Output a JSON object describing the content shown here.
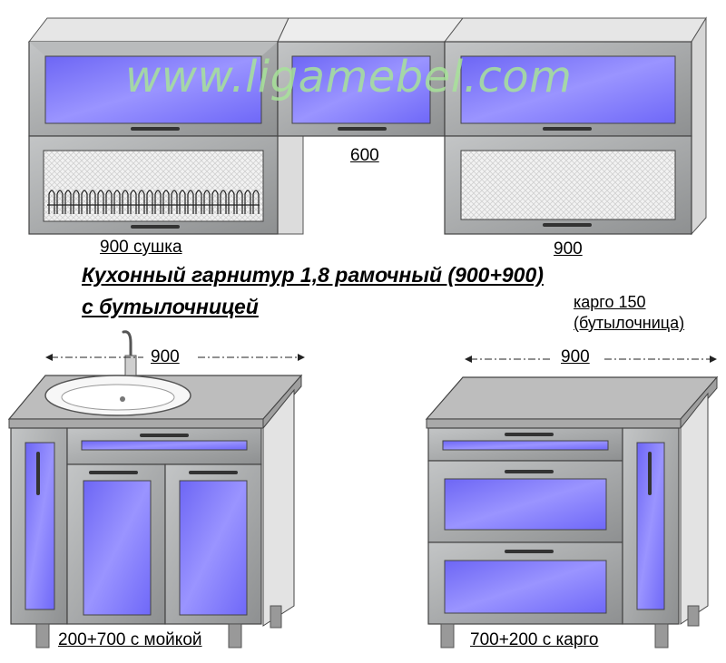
{
  "watermark": "www.ligamebel.com",
  "title": {
    "line1": "Кухонный гарнитур 1,8 рамочный (900+900)",
    "line2": "с бутылочницей"
  },
  "top_cabinets": {
    "left_label": "900 сушка",
    "middle_label": "600",
    "right_label": "900"
  },
  "cargo_label": {
    "line1": "карго 150",
    "line2": "(бутылочница)"
  },
  "bottom_cabinets": {
    "left_width": "900",
    "left_label": "200+700 с мойкой",
    "right_width": "900",
    "right_label": "700+200 с карго"
  },
  "colors": {
    "frame": "#a8aaab",
    "frame_dark": "#6f7173",
    "glass": "#7a73ff",
    "glass_light": "#9c96ff",
    "body_side": "#dcdcdc",
    "top_surface": "#bdbdbd",
    "mesh": "#ececec"
  }
}
